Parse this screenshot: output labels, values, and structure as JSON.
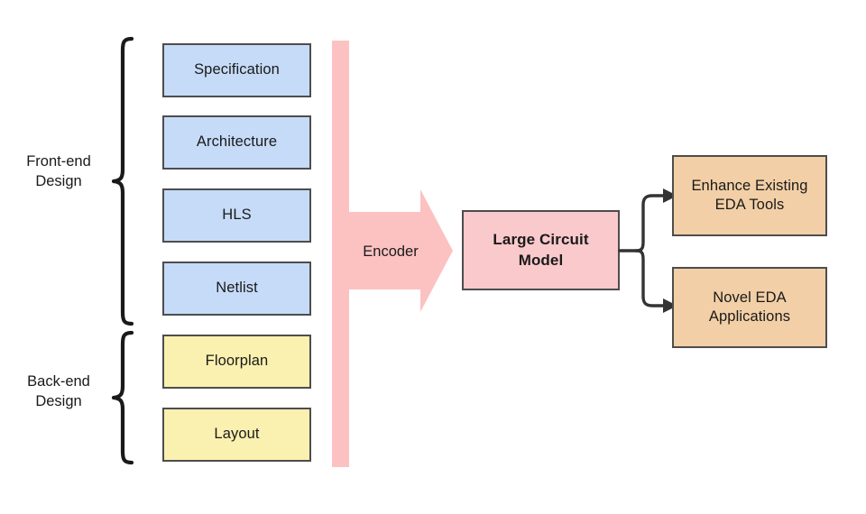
{
  "diagram": {
    "title_hidden": "",
    "colors": {
      "blue_fill": "#c6dbf8",
      "yellow_fill": "#faf0b0",
      "orange_fill": "#f2cfa6",
      "pink_fill": "#fac9cb",
      "pink_arrow": "#fcc2c2",
      "stroke": "#4d4d4d",
      "connector": "#333333",
      "text": "#1a1a1a",
      "background": "#ffffff"
    },
    "groups": [
      {
        "id": "front-end",
        "label_line1": "Front-end",
        "label_line2": "Design"
      },
      {
        "id": "back-end",
        "label_line1": "Back-end",
        "label_line2": "Design"
      }
    ],
    "stages": [
      {
        "id": "specification",
        "label": "Specification",
        "group": "front-end",
        "color": "blue"
      },
      {
        "id": "architecture",
        "label": "Architecture",
        "group": "front-end",
        "color": "blue"
      },
      {
        "id": "hls",
        "label": "HLS",
        "group": "front-end",
        "color": "blue"
      },
      {
        "id": "netlist",
        "label": "Netlist",
        "group": "front-end",
        "color": "blue"
      },
      {
        "id": "floorplan",
        "label": "Floorplan",
        "group": "back-end",
        "color": "yellow"
      },
      {
        "id": "layout",
        "label": "Layout",
        "group": "back-end",
        "color": "yellow"
      }
    ],
    "encoder": {
      "label": "Encoder"
    },
    "model": {
      "label_line1": "Large Circuit",
      "label_line2": "Model"
    },
    "outputs": [
      {
        "id": "enhance-existing-eda-tools",
        "label_line1": "Enhance Existing",
        "label_line2": "EDA Tools"
      },
      {
        "id": "novel-eda-applications",
        "label_line1": "Novel EDA",
        "label_line2": "Applications"
      }
    ]
  }
}
